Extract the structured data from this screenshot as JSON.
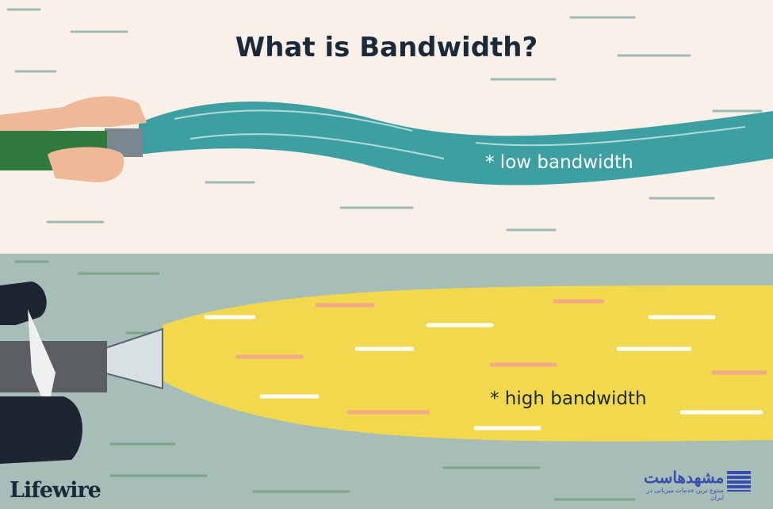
{
  "title": "What is Bandwidth?",
  "labels": {
    "low": "* low bandwidth",
    "high": "* high bandwidth"
  },
  "brand": "Lifewire",
  "watermark_logo": {
    "name": "مشهدهاست",
    "tagline": "متنوع ترین خدمات میزبانی در ایران"
  },
  "colors": {
    "top_bg": "#f8f0e9",
    "bottom_bg": "#a7bdb8",
    "low_stream": "#3d9fa1",
    "high_stream": "#f2d84c",
    "title": "#1c2939"
  }
}
